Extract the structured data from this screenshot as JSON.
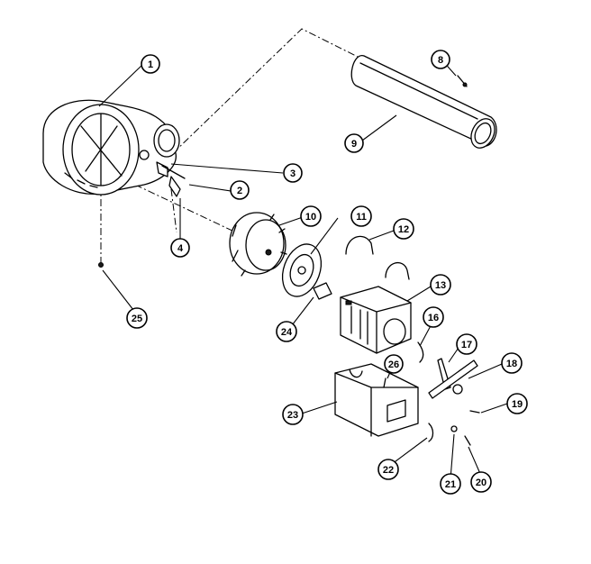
{
  "callouts": [
    {
      "id": "c1",
      "label": "1"
    },
    {
      "id": "c2",
      "label": "2"
    },
    {
      "id": "c3",
      "label": "3"
    },
    {
      "id": "c4",
      "label": "4"
    },
    {
      "id": "c8",
      "label": "8"
    },
    {
      "id": "c9",
      "label": "9"
    },
    {
      "id": "c10",
      "label": "10"
    },
    {
      "id": "c11",
      "label": "11"
    },
    {
      "id": "c12",
      "label": "12"
    },
    {
      "id": "c13",
      "label": "13"
    },
    {
      "id": "c16",
      "label": "16"
    },
    {
      "id": "c17",
      "label": "17"
    },
    {
      "id": "c18",
      "label": "18"
    },
    {
      "id": "c19",
      "label": "19"
    },
    {
      "id": "c20",
      "label": "20"
    },
    {
      "id": "c21",
      "label": "21"
    },
    {
      "id": "c22",
      "label": "22"
    },
    {
      "id": "c23",
      "label": "23"
    },
    {
      "id": "c24",
      "label": "24"
    },
    {
      "id": "c25",
      "label": "25"
    },
    {
      "id": "c26",
      "label": "26"
    }
  ]
}
